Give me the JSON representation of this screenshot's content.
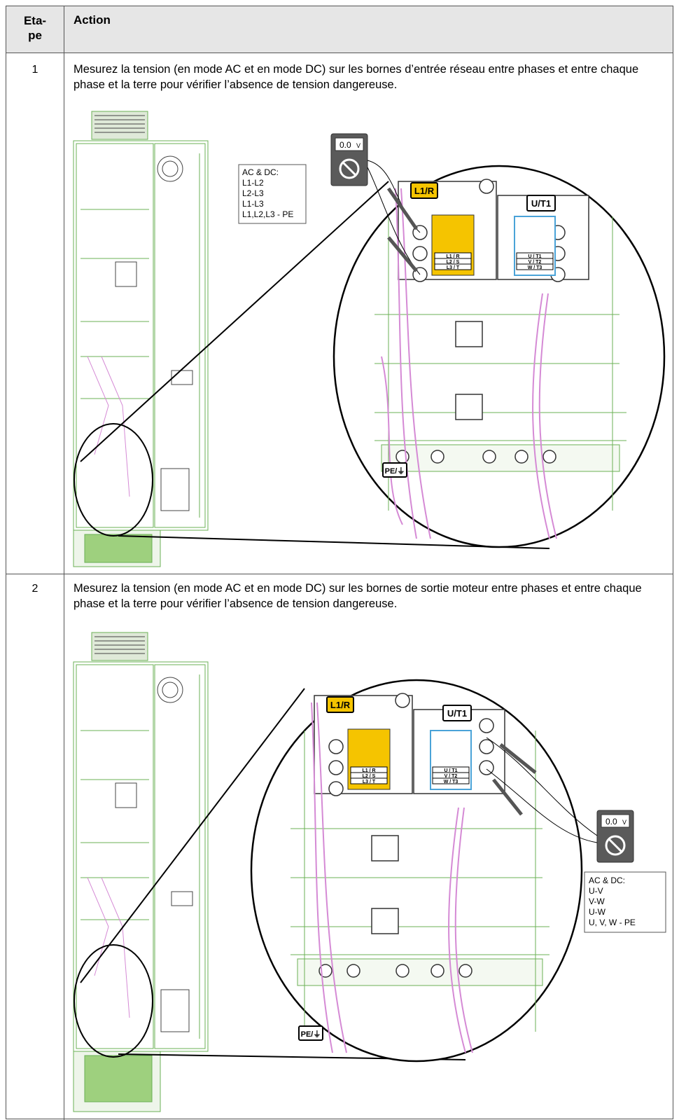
{
  "table": {
    "header": {
      "step": "Eta-\npe",
      "action": "Action"
    },
    "rows": [
      {
        "step": "1",
        "text": "Mesurez la tension (en mode AC et en mode DC) sur les bornes d’entrée réseau entre phases et entre chaque phase et la terre pour vérifier l’absence de tension dangereuse.",
        "meter": "0.0",
        "meter_unit": "V",
        "legend": [
          "AC & DC:",
          "L1-L2",
          "L2-L3",
          "L1-L3",
          "L1,L2,L3 - PE"
        ]
      },
      {
        "step": "2",
        "text": "Mesurez la tension (en mode AC et en mode DC) sur les bornes de sortie moteur entre phases et entre chaque phase et la terre pour vérifier l’absence de tension dangereuse.",
        "meter": "0.0",
        "meter_unit": "V",
        "legend": [
          "AC & DC:",
          "U-V",
          "V-W",
          "U-W",
          "U, V, W - PE"
        ]
      }
    ]
  },
  "labels": {
    "l1r": "L1/R",
    "ut1": "U/T1",
    "pe": "PE/⏚",
    "input_tag": [
      "L1 / R",
      "L2 / S",
      "L3 / T"
    ],
    "output_tag": [
      "U / T1",
      "V / T2",
      "W / T3"
    ]
  },
  "colors": {
    "header_bg": "#e6e6e6",
    "warning_yellow": "#f5c400",
    "cable_pink": "#d58ad5",
    "frame_green": "#8bc47a",
    "meter_gray": "#5a5a5a"
  }
}
